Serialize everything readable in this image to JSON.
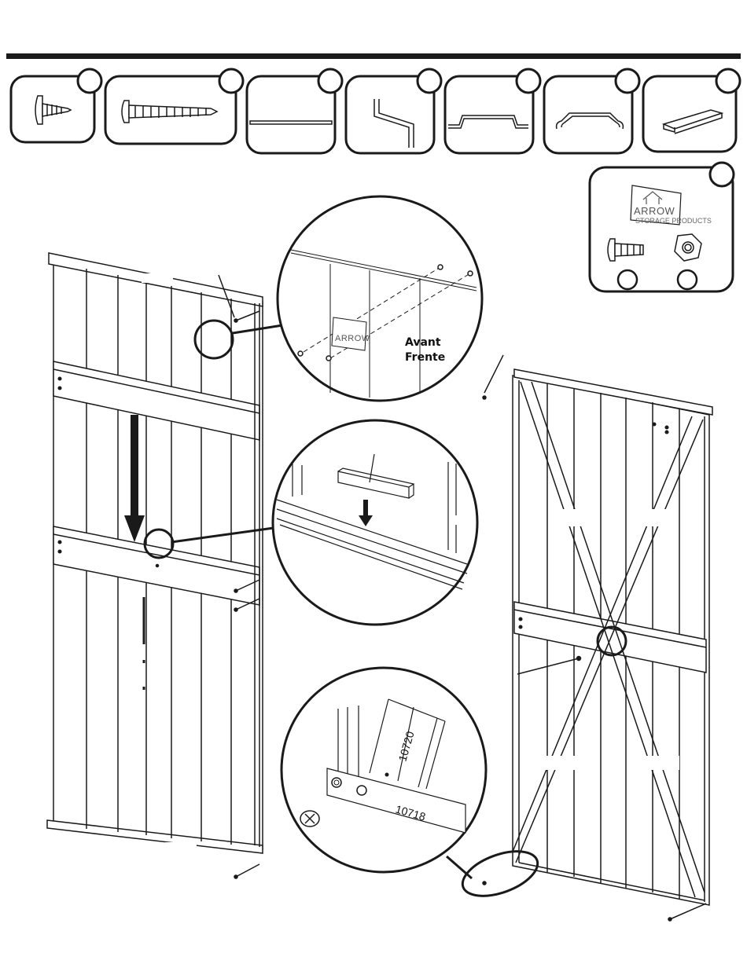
{
  "labels": {
    "front_fr": "Avant",
    "front_es": "Frente"
  },
  "part_numbers": {
    "brace": "10720",
    "rail": "10718"
  },
  "logo": {
    "brand": "ARROW",
    "tagline": "STORAGE PRODUCTS"
  },
  "colors": {
    "ink": "#1a1a1a",
    "fill": "#ffffff"
  }
}
